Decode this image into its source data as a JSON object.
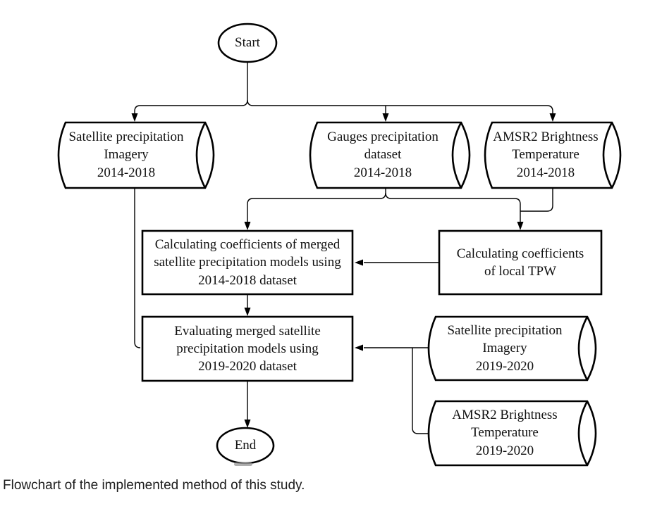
{
  "figure": {
    "caption": "Flowchart of the implemented method of this study.",
    "ink_color": "#000000",
    "fill_color": "#ffffff",
    "nodes": {
      "start": "Start",
      "satellite_imagery_2014": "Satellite precipitation\nImagery\n2014-2018",
      "gauges_dataset_2014": "Gauges precipitation\ndataset\n2014-2018",
      "amsr2_temperature_2014": "AMSR2 Brightness\nTemperature\n2014-2018",
      "calc_merged_coefficients": "Calculating coefficients of merged\nsatellite precipitation models using\n2014-2018 dataset",
      "calc_local_tpw": "Calculating coefficients\nof local TPW",
      "evaluate_models": "Evaluating merged satellite\nprecipitation models using\n2019-2020 dataset",
      "satellite_imagery_2019": "Satellite precipitation\nImagery\n2019-2020",
      "amsr2_temperature_2019": "AMSR2 Brightness\nTemperature\n2019-2020",
      "end": "End"
    }
  }
}
